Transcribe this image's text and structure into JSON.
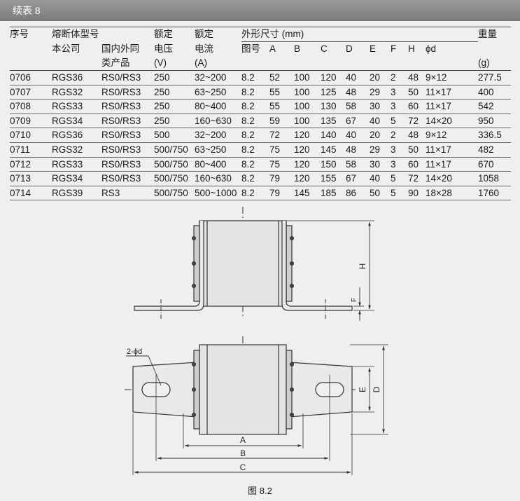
{
  "banner_title": "续表 8",
  "table": {
    "header": {
      "seq": "序号",
      "model_group": "熔断体型号",
      "model_company": "本公司",
      "model_domestic_1": "国内外同",
      "model_domestic_2": "类产品",
      "voltage_1": "额定",
      "voltage_2": "电压",
      "voltage_3": "(V)",
      "current_1": "额定",
      "current_2": "电流",
      "current_3": "(A)",
      "dims_group": "外形尺寸 (mm)",
      "fig_no": "图号",
      "col_a": "A",
      "col_b": "B",
      "col_c": "C",
      "col_d": "D",
      "col_e": "E",
      "col_f": "F",
      "col_h": "H",
      "col_phid": "ϕd",
      "weight_1": "重量",
      "weight_2": "(g)"
    },
    "rows": [
      {
        "seq": "0706",
        "model": "RGS36",
        "equiv": "RS0/RS3",
        "voltage": "250",
        "current": "32~200",
        "fig": "8.2",
        "a": "52",
        "b": "100",
        "c": "120",
        "d": "40",
        "e": "20",
        "f": "2",
        "h": "48",
        "phid": "9×12",
        "weight": "277.5"
      },
      {
        "seq": "0707",
        "model": "RGS32",
        "equiv": "RS0/RS3",
        "voltage": "250",
        "current": "63~250",
        "fig": "8.2",
        "a": "55",
        "b": "100",
        "c": "125",
        "d": "48",
        "e": "29",
        "f": "3",
        "h": "50",
        "phid": "11×17",
        "weight": "400"
      },
      {
        "seq": "0708",
        "model": "RGS33",
        "equiv": "RS0/RS3",
        "voltage": "250",
        "current": "80~400",
        "fig": "8.2",
        "a": "55",
        "b": "100",
        "c": "130",
        "d": "58",
        "e": "30",
        "f": "3",
        "h": "60",
        "phid": "11×17",
        "weight": "542"
      },
      {
        "seq": "0709",
        "model": "RGS34",
        "equiv": "RS0/RS3",
        "voltage": "250",
        "current": "160~630",
        "fig": "8.2",
        "a": "59",
        "b": "100",
        "c": "135",
        "d": "67",
        "e": "40",
        "f": "5",
        "h": "72",
        "phid": "14×20",
        "weight": "950"
      },
      {
        "seq": "0710",
        "model": "RGS36",
        "equiv": "RS0/RS3",
        "voltage": "500",
        "current": "32~200",
        "fig": "8.2",
        "a": "72",
        "b": "120",
        "c": "140",
        "d": "40",
        "e": "20",
        "f": "2",
        "h": "48",
        "phid": "9×12",
        "weight": "336.5"
      },
      {
        "seq": "0711",
        "model": "RGS32",
        "equiv": "RS0/RS3",
        "voltage": "500/750",
        "current": "63~250",
        "fig": "8.2",
        "a": "75",
        "b": "120",
        "c": "145",
        "d": "48",
        "e": "29",
        "f": "3",
        "h": "50",
        "phid": "11×17",
        "weight": "482"
      },
      {
        "seq": "0712",
        "model": "RGS33",
        "equiv": "RS0/RS3",
        "voltage": "500/750",
        "current": "80~400",
        "fig": "8.2",
        "a": "75",
        "b": "120",
        "c": "150",
        "d": "58",
        "e": "30",
        "f": "3",
        "h": "60",
        "phid": "11×17",
        "weight": "670"
      },
      {
        "seq": "0713",
        "model": "RGS34",
        "equiv": "RS0/RS3",
        "voltage": "500/750",
        "current": "160~630",
        "fig": "8.2",
        "a": "79",
        "b": "120",
        "c": "155",
        "d": "67",
        "e": "40",
        "f": "5",
        "h": "72",
        "phid": "14×20",
        "weight": "1058"
      },
      {
        "seq": "0714",
        "model": "RGS39",
        "equiv": "RS3",
        "voltage": "500/750",
        "current": "500~1000",
        "fig": "8.2",
        "a": "79",
        "b": "145",
        "c": "185",
        "d": "86",
        "e": "50",
        "f": "5",
        "h": "90",
        "phid": "18×28",
        "weight": "1760"
      }
    ]
  },
  "drawing": {
    "label_h": "H",
    "label_f": "F",
    "label_2phid": "2-ϕd",
    "label_a": "A",
    "label_b": "B",
    "label_c": "C",
    "label_d": "D",
    "label_e": "E"
  },
  "caption": "图 8.2"
}
